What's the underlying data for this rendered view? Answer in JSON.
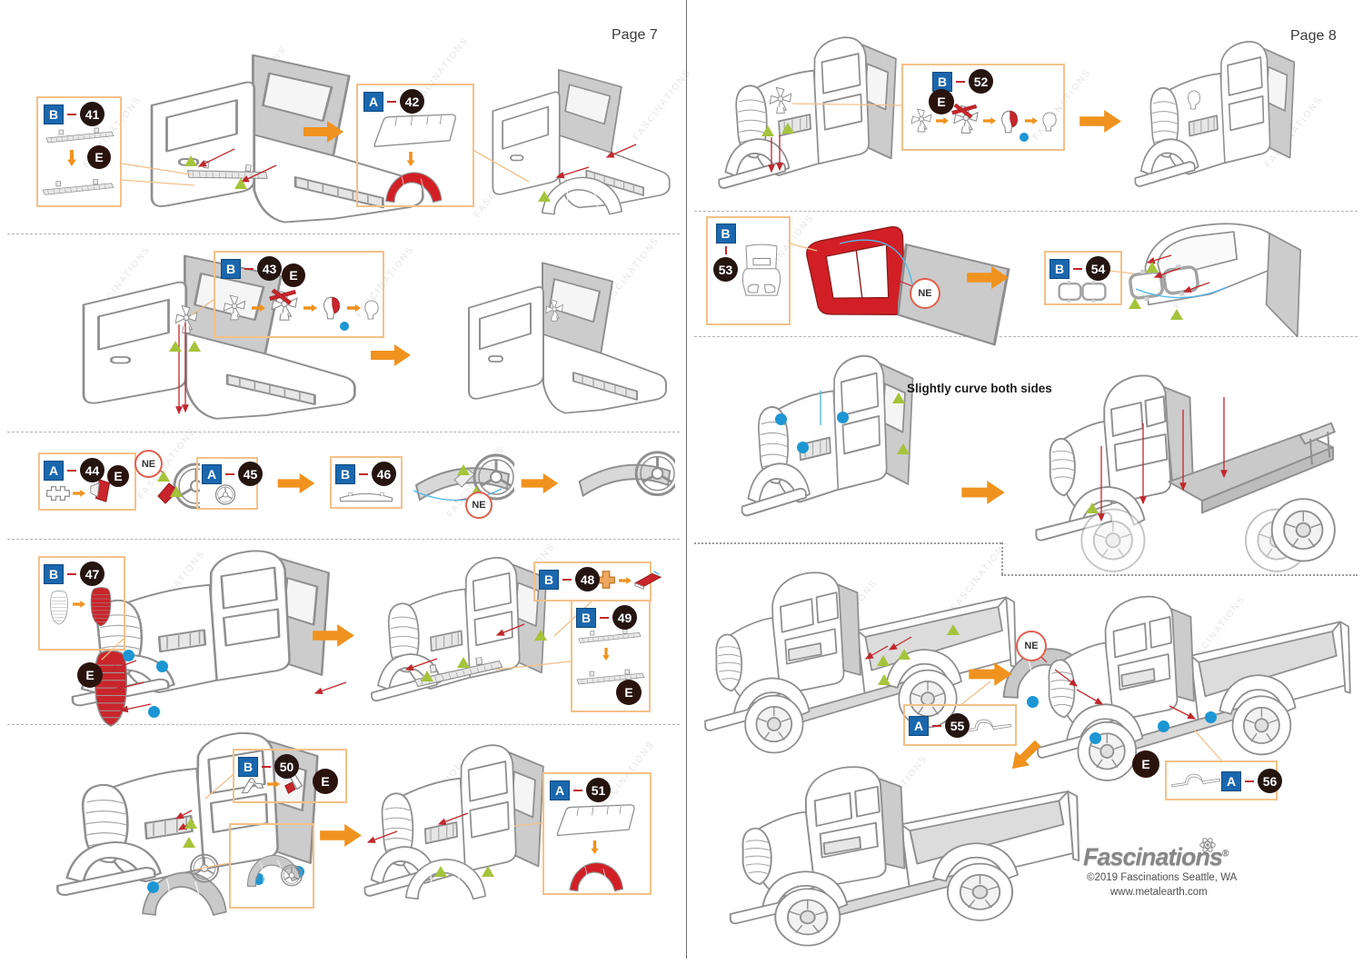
{
  "pages": {
    "left": {
      "title": "Page 7"
    },
    "right": {
      "title": "Page 8"
    }
  },
  "labels": {
    "e": "E",
    "ne": "NE"
  },
  "notes": {
    "curve_note": "Slightly curve both sides"
  },
  "watermark": "FASCINATIONS",
  "steps": [
    {
      "page": "7",
      "letter": "B",
      "number": "41",
      "has_e": true
    },
    {
      "page": "7",
      "letter": "A",
      "number": "42",
      "has_e": false
    },
    {
      "page": "7",
      "letter": "B",
      "number": "43",
      "has_e": true
    },
    {
      "page": "7",
      "letter": "A",
      "number": "44",
      "has_e": true
    },
    {
      "page": "7",
      "letter": "A",
      "number": "45",
      "has_e": false
    },
    {
      "page": "7",
      "letter": "B",
      "number": "46",
      "has_e": false
    },
    {
      "page": "7",
      "letter": "B",
      "number": "47",
      "has_e": true
    },
    {
      "page": "7",
      "letter": "B",
      "number": "48",
      "has_e": false
    },
    {
      "page": "7",
      "letter": "B",
      "number": "49",
      "has_e": true
    },
    {
      "page": "7",
      "letter": "B",
      "number": "50",
      "has_e": true
    },
    {
      "page": "7",
      "letter": "A",
      "number": "51",
      "has_e": false
    },
    {
      "page": "8",
      "letter": "B",
      "number": "52",
      "has_e": true
    },
    {
      "page": "8",
      "letter": "B",
      "number": "53",
      "has_e": false
    },
    {
      "page": "8",
      "letter": "B",
      "number": "54",
      "has_e": false
    },
    {
      "page": "8",
      "letter": "A",
      "number": "55",
      "has_e": false
    },
    {
      "page": "8",
      "letter": "A",
      "number": "56",
      "has_e": false
    }
  ],
  "footer": {
    "brand": "Fascinations",
    "registered": "®",
    "copyright": "©2019 Fascinations Seattle, WA",
    "website": "www.metalearth.com"
  },
  "colors": {
    "accent_orange": "#F0921E",
    "box_border": "#F4C189",
    "part_red": "#D21F26",
    "badge_blue": "#1A67AD",
    "badge_dark": "#241511",
    "marker_green": "#A6C33C",
    "marker_blue": "#1D96D4",
    "ne_red": "#E0604F"
  }
}
